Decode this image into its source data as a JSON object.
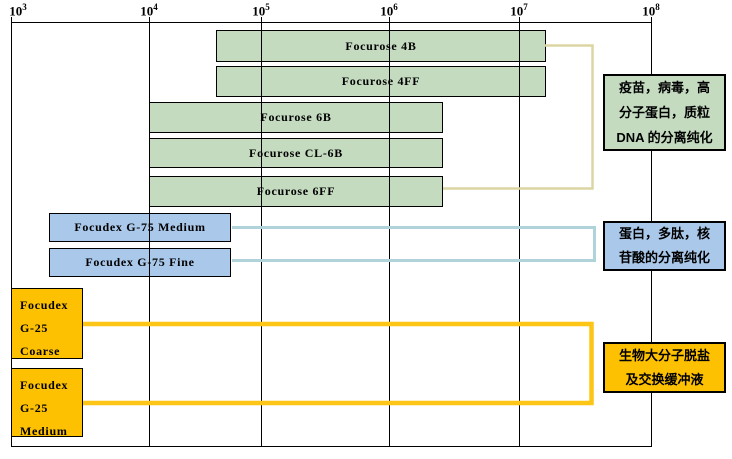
{
  "chart_data": {
    "type": "bar",
    "orientation": "horizontal-range",
    "title": "",
    "x_axis": {
      "scale": "log",
      "min": 1000,
      "max": 100000000,
      "tick_labels": [
        "10^3",
        "10^4",
        "10^5",
        "10^6",
        "10^7",
        "10^8"
      ],
      "grid": true
    },
    "series": [
      {
        "name": "Focurose 4B",
        "group": "focurose",
        "mw_range": [
          40000,
          16000000
        ]
      },
      {
        "name": "Focurose 4FF",
        "group": "focurose",
        "mw_range": [
          40000,
          16000000
        ]
      },
      {
        "name": "Focurose 6B",
        "group": "focurose",
        "mw_range": [
          10000,
          2600000
        ]
      },
      {
        "name": "Focurose CL-6B",
        "group": "focurose",
        "mw_range": [
          10000,
          2600000
        ]
      },
      {
        "name": "Focurose 6FF",
        "group": "focurose",
        "mw_range": [
          10000,
          2600000
        ]
      },
      {
        "name": "Focudex G-75 Medium",
        "group": "g75",
        "mw_range": [
          1900,
          55000
        ]
      },
      {
        "name": "Focudex G-75 Fine",
        "group": "g75",
        "mw_range": [
          1900,
          55000
        ]
      },
      {
        "name": "Focudex G-25 Coarse",
        "group": "g25",
        "mw_range": [
          1000,
          3300
        ],
        "label": "Focudex\nG-25\nCoarse"
      },
      {
        "name": "Focudex G-25 Medium",
        "group": "g25",
        "mw_range": [
          1000,
          3300
        ],
        "label": "Focudex\nG-25\nMedium"
      }
    ],
    "groups": {
      "focurose": {
        "bar_color": "#c4dbc0",
        "connector_color": "#dcd5a3"
      },
      "g75": {
        "bar_color": "#aac8ea",
        "connector_color": "#b0d3da"
      },
      "g25": {
        "bar_color": "#fdc101",
        "connector_color": "#fdc515"
      }
    }
  },
  "annotations": [
    {
      "group": "focurose",
      "bg": "#c4dbc0",
      "text": "疫苗，病毒，高\n分子蛋白，质粒\nDNA 的分离纯化"
    },
    {
      "group": "g75",
      "bg": "#aac8ea",
      "text": "蛋白，多肽，核\n苷酸的分离纯化"
    },
    {
      "group": "g25",
      "bg": "#fdc101",
      "text": "生物大分子脱盐\n及交换缓冲液"
    }
  ]
}
